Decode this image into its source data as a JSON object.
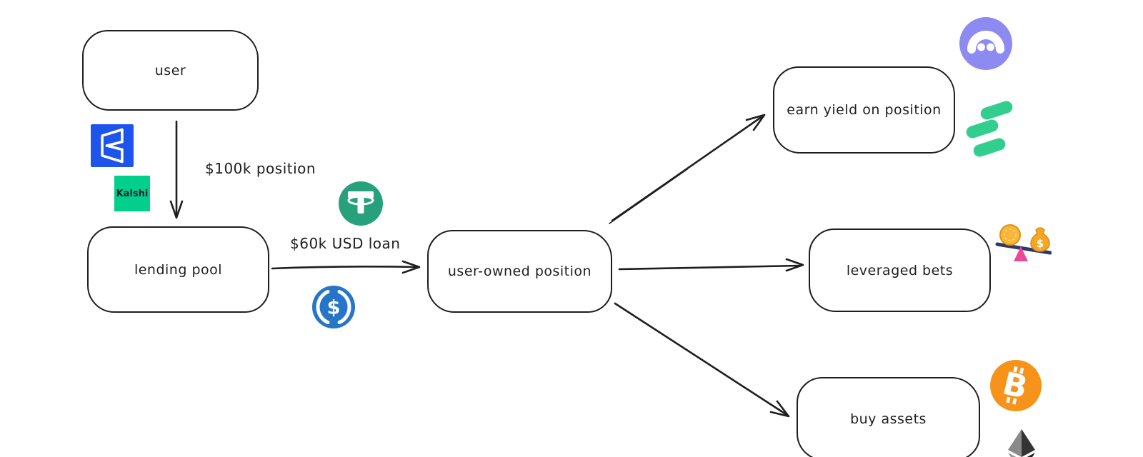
{
  "diagram": {
    "background": "#ffffff",
    "stroke_color": "#1e1e1e",
    "nodes": {
      "user": {
        "label": "user"
      },
      "lending_pool": {
        "label": "lending pool"
      },
      "user_owned_position": {
        "label": "user-owned position"
      },
      "earn_yield": {
        "label": "earn yield on position"
      },
      "leveraged_bets": {
        "label": "leveraged bets"
      },
      "buy_assets": {
        "label": "buy assets"
      }
    },
    "edges": [
      {
        "from": "user",
        "to": "lending_pool",
        "label": "$100k position"
      },
      {
        "from": "lending_pool",
        "to": "user_owned_position",
        "label": "$60k USD loan"
      },
      {
        "from": "user_owned_position",
        "to": "earn_yield",
        "label": ""
      },
      {
        "from": "user_owned_position",
        "to": "leveraged_bets",
        "label": ""
      },
      {
        "from": "user_owned_position",
        "to": "buy_assets",
        "label": ""
      }
    ],
    "icons": {
      "polymarket": {
        "name": "polymarket-icon",
        "color": "#1D54EC"
      },
      "kalshi": {
        "name": "kalshi-icon",
        "color": "#00D08C",
        "label": "Kalshi"
      },
      "tether": {
        "name": "tether-usdt-icon",
        "color": "#26A17B"
      },
      "usdc": {
        "name": "usdc-icon",
        "color": "#2775CA",
        "symbol": "$"
      },
      "purple_protocol": {
        "name": "purple-arch-protocol-icon",
        "color": "#8D8BF2"
      },
      "compound": {
        "name": "compound-finance-icon",
        "color": "#31CE8F"
      },
      "seesaw": {
        "name": "leverage-seesaw-icon",
        "plank": "#2B3A67",
        "fulcrum": "#EC4899",
        "gold": "#F5A623",
        "symbol": "$"
      },
      "bitcoin": {
        "name": "bitcoin-icon",
        "color": "#F7931A",
        "symbol": "B"
      },
      "ethereum": {
        "name": "ethereum-icon",
        "color_light": "#8A8A8A",
        "color_dark": "#343434"
      }
    }
  }
}
